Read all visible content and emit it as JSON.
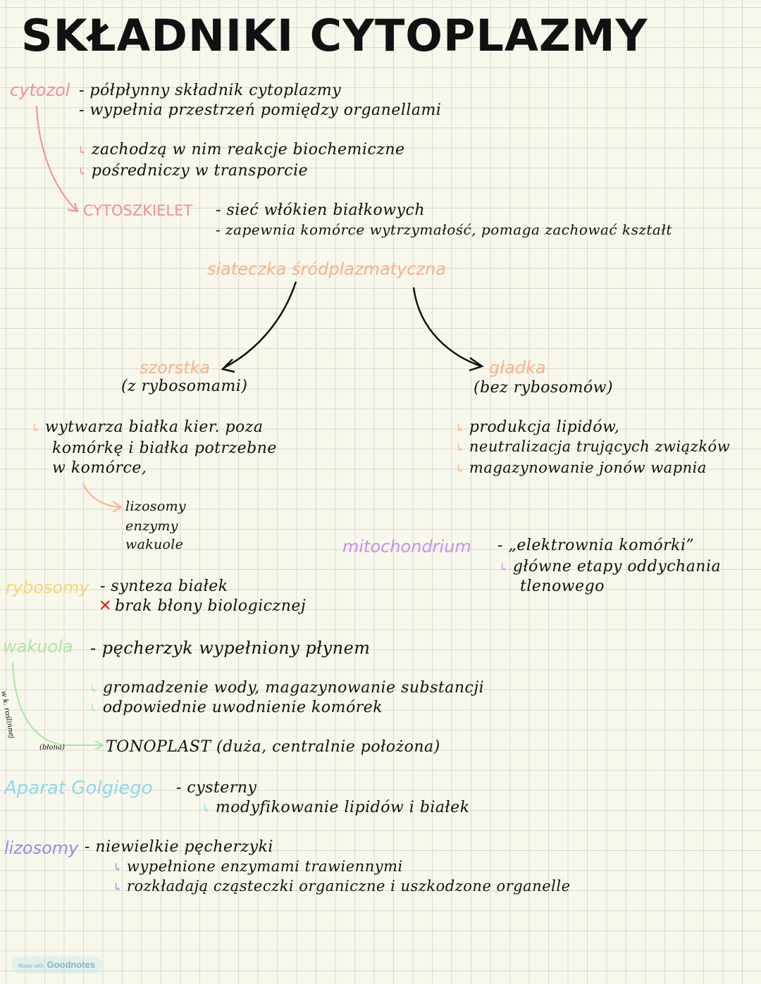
{
  "title": "SKŁADNIKI CYTOPLAZMY",
  "colors": {
    "ink": "#111111",
    "cytozol": "#ee8f94",
    "cytoszkielet": "#ee8f94",
    "siateczka": "#f3b487",
    "mitochondrium": "#c592e6",
    "rybosomy": "#f6d574",
    "cross": "#d62020",
    "wakuola": "#a9e6a6",
    "golgi": "#8fd8ec",
    "lizosomy": "#8f8fe6"
  },
  "cytozol": {
    "label": "cytozol",
    "points": [
      "- półpłynny składnik cytoplazmy",
      "- wypełnia przestrzeń pomiędzy organellami"
    ],
    "subpoints": [
      "zachodzą w nim reakcje biochemiczne",
      "pośredniczy w transporcie"
    ]
  },
  "cytoszkielet": {
    "label": "CYTOSZKIELET",
    "points": [
      "- sieć włókien białkowych",
      "- zapewnia komórce wytrzymałość, pomaga zachować kształt"
    ]
  },
  "siateczka": {
    "label": "siateczka śródplazmatyczna",
    "szorstka": {
      "label": "szorstka",
      "note": "(z rybosomami)",
      "description": [
        "wytwarza białka kier. poza",
        "komórkę i białka potrzebne",
        "w komórce,"
      ],
      "targets": [
        "lizosomy",
        "enzymy",
        "wakuole"
      ]
    },
    "gladka": {
      "label": "gładka",
      "note": "(bez rybosomów)",
      "functions": [
        "produkcja lipidów,",
        "neutralizacja trujących związków",
        "magazynowanie jonów wapnia"
      ]
    }
  },
  "mitochondrium": {
    "label": "mitochondrium",
    "point": "- „elektrownia komórki”",
    "subpoint": [
      "główne etapy oddychania",
      "tlenowego"
    ]
  },
  "rybosomy": {
    "label": "rybosomy",
    "point": "- synteza białek",
    "cross_mark": "✕",
    "negative": "brak błony biologicznej"
  },
  "wakuola": {
    "label": "wakuola",
    "point": "- pęcherzyk wypełniony płynem",
    "subpoints": [
      "gromadzenie wody, magazynowanie substancji",
      "odpowiednie uwodnienie komórek"
    ],
    "side_note": "w k. roślinnej",
    "membrane_note": "(błona)",
    "tonoplast": "TONOPLAST (duża, centralnie położona)"
  },
  "golgi": {
    "label": "Aparat Golgiego",
    "point": "- cysterny",
    "subpoint": "modyfikowanie lipidów i białek"
  },
  "lizosomy": {
    "label": "lizosomy",
    "point": "- niewielkie pęcherzyki",
    "subpoints": [
      "wypełnione enzymami trawiennymi",
      "rozkładają cząsteczki organiczne i uszkodzone organelle"
    ]
  },
  "footer": {
    "made_with": "Made with",
    "brand": "Goodnotes"
  },
  "icons": {
    "sub_arrow": "↳"
  }
}
